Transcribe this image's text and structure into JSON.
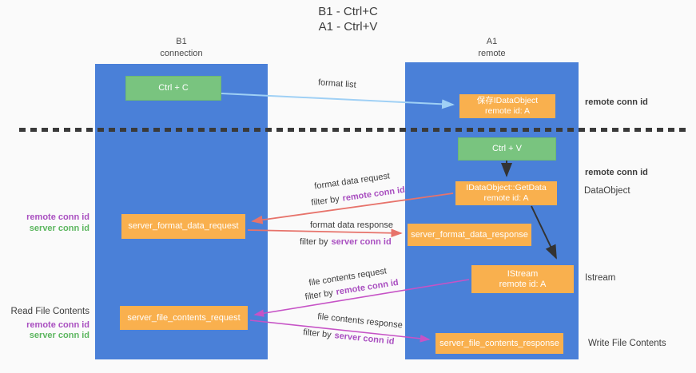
{
  "title": {
    "lines": [
      "B1 - Ctrl+C",
      "A1 - Ctrl+V"
    ]
  },
  "lanes": {
    "b1": {
      "title": "B1",
      "subtitle": "connection"
    },
    "a1": {
      "title": "A1",
      "subtitle": "remote"
    }
  },
  "nodes": {
    "ctrl_c": {
      "label": "Ctrl + C"
    },
    "ctrl_v": {
      "label": "Ctrl + V"
    },
    "save_dataobject": {
      "line1": "保存IDataObject",
      "line2": "remote id: A"
    },
    "getdata": {
      "line1": "IDataObject::GetData",
      "line2": "remote id: A"
    },
    "istream": {
      "line1": "IStream",
      "line2": "remote id: A"
    },
    "format_request": {
      "label": "server_format_data_request"
    },
    "format_response": {
      "label": "server_format_data_response"
    },
    "file_request": {
      "label": "server_file_contents_request"
    },
    "file_response": {
      "label": "server_file_contents_response"
    }
  },
  "edge_labels": {
    "format_list": "format list",
    "format_data_request": "format data request",
    "format_data_response": "format data response",
    "file_contents_request": "file contents request",
    "file_contents_response": "file contents response",
    "filter_by": "filter by",
    "remote_conn_id": "remote conn id",
    "server_conn_id": "server conn id"
  },
  "annotations": {
    "remote_conn_id": "remote conn id",
    "server_conn_id": "server conn id",
    "dataobject": "DataObject",
    "istream": "Istream",
    "read_file_contents": "Read File Contents",
    "write_file_contents": "Write File Contents"
  },
  "colors": {
    "lane_blue": "#4a80d8",
    "node_green": "#79c47f",
    "node_orange": "#f9b04e",
    "arrow_red": "#e7736b",
    "arrow_magenta": "#c653c6",
    "arrow_light_blue": "#9fd0f5",
    "arrow_black": "#333333",
    "label_purple": "#a94fc0",
    "label_green": "#5cb65f"
  }
}
